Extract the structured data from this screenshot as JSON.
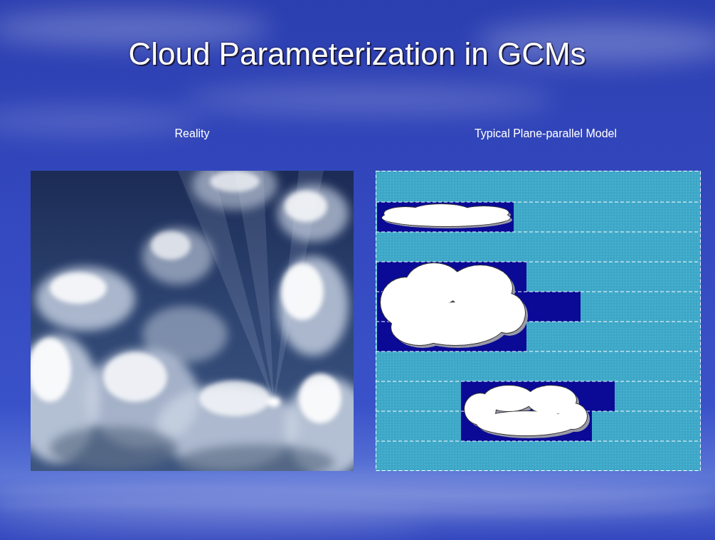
{
  "diagram": {
    "title": "Cloud Parameterization in GCMs",
    "labels": [
      "Reality",
      "Typical Plane-parallel Model"
    ]
  }
}
